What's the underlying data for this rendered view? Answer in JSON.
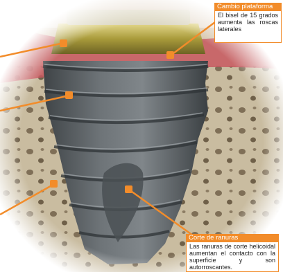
{
  "colors": {
    "accent": "#f28c2a",
    "gum": "#c5575e",
    "bone": "#c9bca0",
    "implant": "#5c6266",
    "collar": "#a99b3b"
  },
  "callouts": [
    {
      "title": "Cambio plataforma",
      "body": "El bisel de 15 grados aumenta las roscas laterales"
    },
    {
      "title": "Corte de ranuras",
      "body": "Las ranuras de corte helicoidal aumentan el contacto con la superficie y son autorroscantes."
    }
  ]
}
